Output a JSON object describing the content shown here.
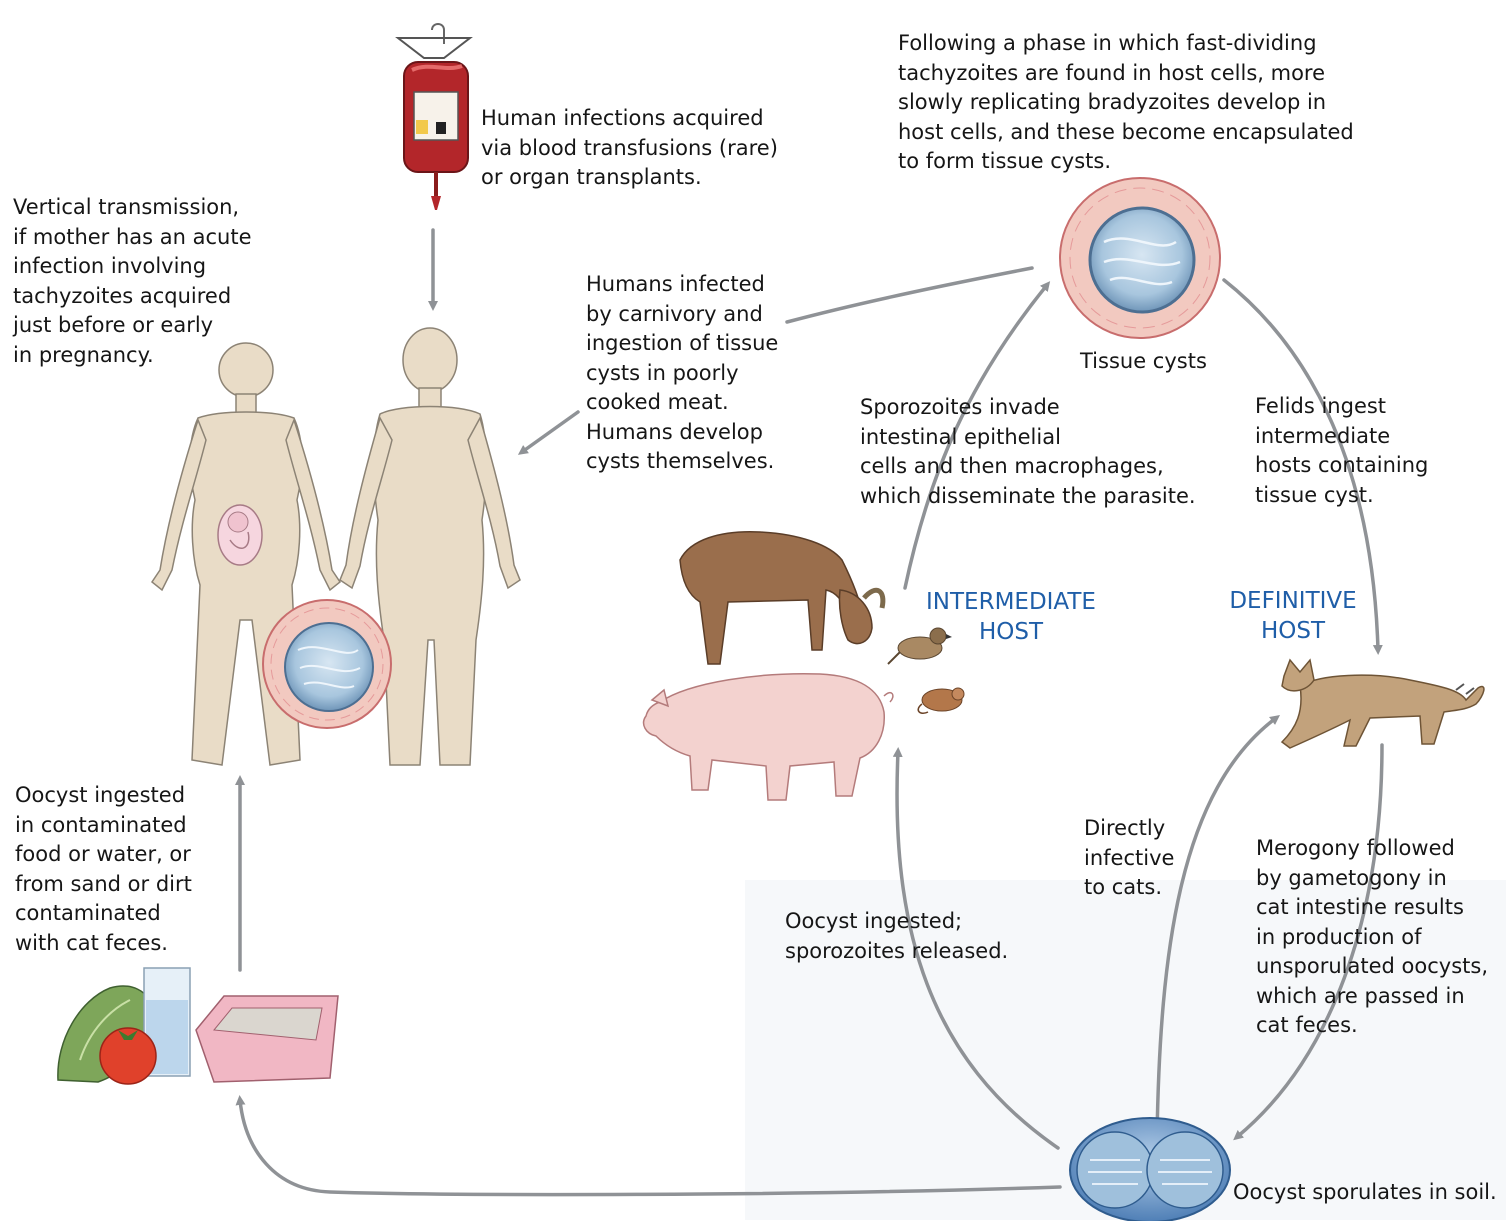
{
  "labels": {
    "blood_transfusion": "Human infections acquired\nvia blood transfusions (rare)\nor organ transplants.",
    "tachyzoites_phase": "Following a phase in which fast-dividing\ntachyzoites are found in host cells, more\nslowly replicating bradyzoites develop in\nhost cells, and these become encapsulated\nto form tissue cysts.",
    "vertical_transmission": "Vertical transmission,\nif mother has an acute\ninfection involving\ntachyzoites acquired\njust before or early\nin pregnancy.",
    "carnivory": "Humans infected\nby carnivory and\ningestion of tissue\ncysts in poorly\ncooked meat.\nHumans develop\ncysts themselves.",
    "tissue_cysts": "Tissue cysts",
    "sporozoites_invade": "Sporozoites invade\nintestinal epithelial\ncells and then macrophages,\nwhich disseminate the parasite.",
    "felids_ingest": "Felids ingest\nintermediate\nhosts containing\ntissue cyst.",
    "intermediate_host": "INTERMEDIATE\nHOST",
    "definitive_host": "DEFINITIVE\nHOST",
    "oocyst_ingested_food": "Oocyst ingested\nin contaminated\nfood or water, or\nfrom sand or dirt\ncontaminated\nwith cat feces.",
    "directly_infective": "Directly\ninfective\nto cats.",
    "oocyst_ingested_sporozoites": "Oocyst ingested;\nsporozoites released.",
    "merogony": "Merogony followed\nby gametogony in\ncat intestine results\nin production of\nunsporulated oocysts,\nwhich are passed in\ncat feces.",
    "oocyst_sporulates": "Oocyst sporulates in soil."
  },
  "colors": {
    "arrow": "#8f9296",
    "host_label": "#1f5ea8",
    "cyst_outer": "#f2c9c0",
    "cyst_inner": "#9fc0dc",
    "human_skin": "#e9dcc7",
    "cat_fur": "#c2a27c",
    "pig": "#f3d2cf",
    "goat": "#9a6e4c",
    "oocyst": "#6e9ccc"
  }
}
